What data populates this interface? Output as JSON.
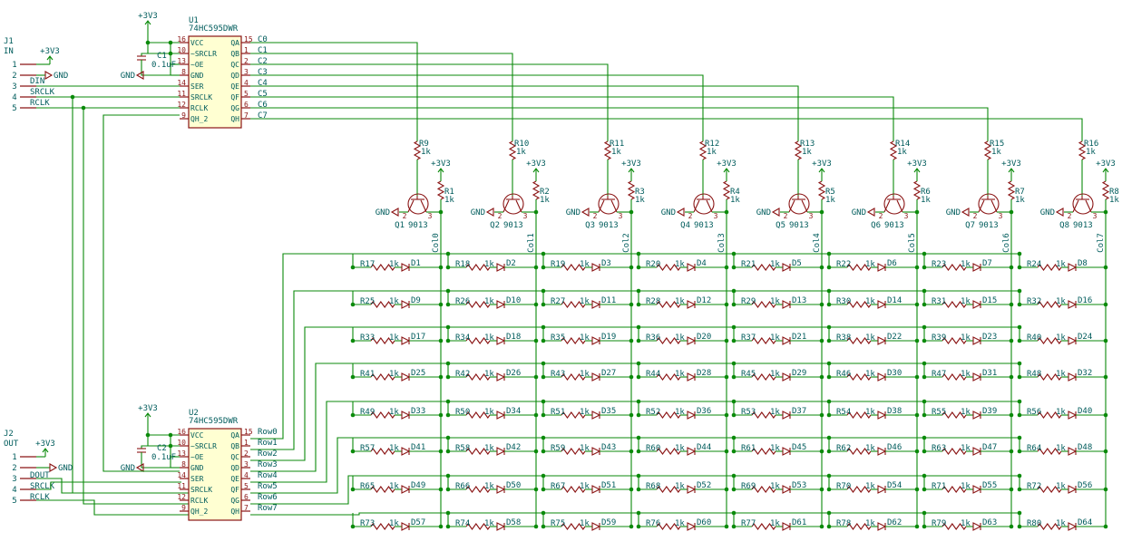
{
  "connectors": {
    "j1": {
      "ref": "J1",
      "value": "IN",
      "pins": [
        {
          "num": "1",
          "net": "+3V3"
        },
        {
          "num": "2",
          "net": "GND"
        },
        {
          "num": "3",
          "net": "DIN"
        },
        {
          "num": "4",
          "net": "SRCLK"
        },
        {
          "num": "5",
          "net": "RCLK"
        }
      ]
    },
    "j2": {
      "ref": "J2",
      "value": "OUT",
      "pins": [
        {
          "num": "1",
          "net": "+3V3"
        },
        {
          "num": "2",
          "net": "GND"
        },
        {
          "num": "3",
          "net": "DOUT"
        },
        {
          "num": "4",
          "net": "SRCLK"
        },
        {
          "num": "5",
          "net": "RCLK"
        }
      ]
    }
  },
  "power": {
    "vcc": "+3V3",
    "gnd": "GND"
  },
  "caps": [
    {
      "ref": "C1",
      "value": "0.1uF"
    },
    {
      "ref": "C2",
      "value": "0.1uF"
    }
  ],
  "shift_registers": [
    {
      "ref": "U1",
      "value": "74HC595DWR",
      "left_pins": [
        {
          "num": "16",
          "name": "VCC"
        },
        {
          "num": "10",
          "name": "~SRCLR"
        },
        {
          "num": "13",
          "name": "~OE"
        },
        {
          "num": "8",
          "name": "GND"
        },
        {
          "num": "14",
          "name": "SER"
        },
        {
          "num": "11",
          "name": "SRCLK"
        },
        {
          "num": "12",
          "name": "RCLK"
        },
        {
          "num": "9",
          "name": "QH_2"
        }
      ],
      "right_pins": [
        {
          "num": "15",
          "name": "QA",
          "net": "C0"
        },
        {
          "num": "1",
          "name": "QB",
          "net": "C1"
        },
        {
          "num": "2",
          "name": "QC",
          "net": "C2"
        },
        {
          "num": "3",
          "name": "QD",
          "net": "C3"
        },
        {
          "num": "4",
          "name": "QE",
          "net": "C4"
        },
        {
          "num": "5",
          "name": "QF",
          "net": "C5"
        },
        {
          "num": "6",
          "name": "QG",
          "net": "C6"
        },
        {
          "num": "7",
          "name": "QH",
          "net": "C7"
        }
      ]
    },
    {
      "ref": "U2",
      "value": "74HC595DWR",
      "left_pins": [
        {
          "num": "16",
          "name": "VCC"
        },
        {
          "num": "10",
          "name": "~SRCLR"
        },
        {
          "num": "13",
          "name": "~OE"
        },
        {
          "num": "8",
          "name": "GND"
        },
        {
          "num": "14",
          "name": "SER"
        },
        {
          "num": "11",
          "name": "SRCLK"
        },
        {
          "num": "12",
          "name": "RCLK"
        },
        {
          "num": "9",
          "name": "QH_2"
        }
      ],
      "right_pins": [
        {
          "num": "15",
          "name": "QA",
          "net": "Row0"
        },
        {
          "num": "1",
          "name": "QB",
          "net": "Row1"
        },
        {
          "num": "2",
          "name": "QC",
          "net": "Row2"
        },
        {
          "num": "3",
          "name": "QD",
          "net": "Row3"
        },
        {
          "num": "4",
          "name": "QE",
          "net": "Row4"
        },
        {
          "num": "5",
          "name": "QF",
          "net": "Row5"
        },
        {
          "num": "6",
          "name": "QG",
          "net": "Row6"
        },
        {
          "num": "7",
          "name": "QH",
          "net": "Row7"
        }
      ]
    }
  ],
  "transistor_value": "9013",
  "resistor_value": "1k",
  "columns": [
    {
      "q": "Q1",
      "rb": "R9",
      "rc": "R1",
      "net": "Col0"
    },
    {
      "q": "Q2",
      "rb": "R10",
      "rc": "R2",
      "net": "Col1"
    },
    {
      "q": "Q3",
      "rb": "R11",
      "rc": "R3",
      "net": "Col2"
    },
    {
      "q": "Q4",
      "rb": "R12",
      "rc": "R4",
      "net": "Col3"
    },
    {
      "q": "Q5",
      "rb": "R13",
      "rc": "R5",
      "net": "Col4"
    },
    {
      "q": "Q6",
      "rb": "R14",
      "rc": "R6",
      "net": "Col5"
    },
    {
      "q": "Q7",
      "rb": "R15",
      "rc": "R7",
      "net": "Col6"
    },
    {
      "q": "Q8",
      "rb": "R16",
      "rc": "R8",
      "net": "Col7"
    }
  ],
  "matrix_rows": [
    [
      "R17",
      "R18",
      "R19",
      "R20",
      "R21",
      "R22",
      "R23",
      "R24"
    ],
    [
      "R25",
      "R26",
      "R27",
      "R28",
      "R29",
      "R30",
      "R31",
      "R32"
    ],
    [
      "R33",
      "R34",
      "R35",
      "R36",
      "R37",
      "R38",
      "R39",
      "R40"
    ],
    [
      "R41",
      "R42",
      "R43",
      "R44",
      "R45",
      "R46",
      "R47",
      "R48"
    ],
    [
      "R49",
      "R50",
      "R51",
      "R52",
      "R53",
      "R54",
      "R55",
      "R56"
    ],
    [
      "R57",
      "R58",
      "R59",
      "R60",
      "R61",
      "R62",
      "R63",
      "R64"
    ],
    [
      "R65",
      "R66",
      "R67",
      "R68",
      "R69",
      "R70",
      "R71",
      "R72"
    ],
    [
      "R73",
      "R74",
      "R75",
      "R76",
      "R77",
      "R78",
      "R79",
      "R80"
    ]
  ],
  "matrix_leds": [
    [
      "D1",
      "D2",
      "D3",
      "D4",
      "D5",
      "D6",
      "D7",
      "D8"
    ],
    [
      "D9",
      "D10",
      "D11",
      "D12",
      "D13",
      "D14",
      "D15",
      "D16"
    ],
    [
      "D17",
      "D18",
      "D19",
      "D20",
      "D21",
      "D22",
      "D23",
      "D24"
    ],
    [
      "D25",
      "D26",
      "D27",
      "D28",
      "D29",
      "D30",
      "D31",
      "D32"
    ],
    [
      "D33",
      "D34",
      "D35",
      "D36",
      "D37",
      "D38",
      "D39",
      "D40"
    ],
    [
      "D41",
      "D42",
      "D43",
      "D44",
      "D45",
      "D46",
      "D47",
      "D48"
    ],
    [
      "D49",
      "D50",
      "D51",
      "D52",
      "D53",
      "D54",
      "D55",
      "D56"
    ],
    [
      "D57",
      "D58",
      "D59",
      "D60",
      "D61",
      "D62",
      "D63",
      "D64"
    ]
  ],
  "colors": {
    "wire": "#0b8a0b",
    "component": "#8a1414",
    "text": "#005c5c",
    "ic_fill": "#ffffd2"
  }
}
